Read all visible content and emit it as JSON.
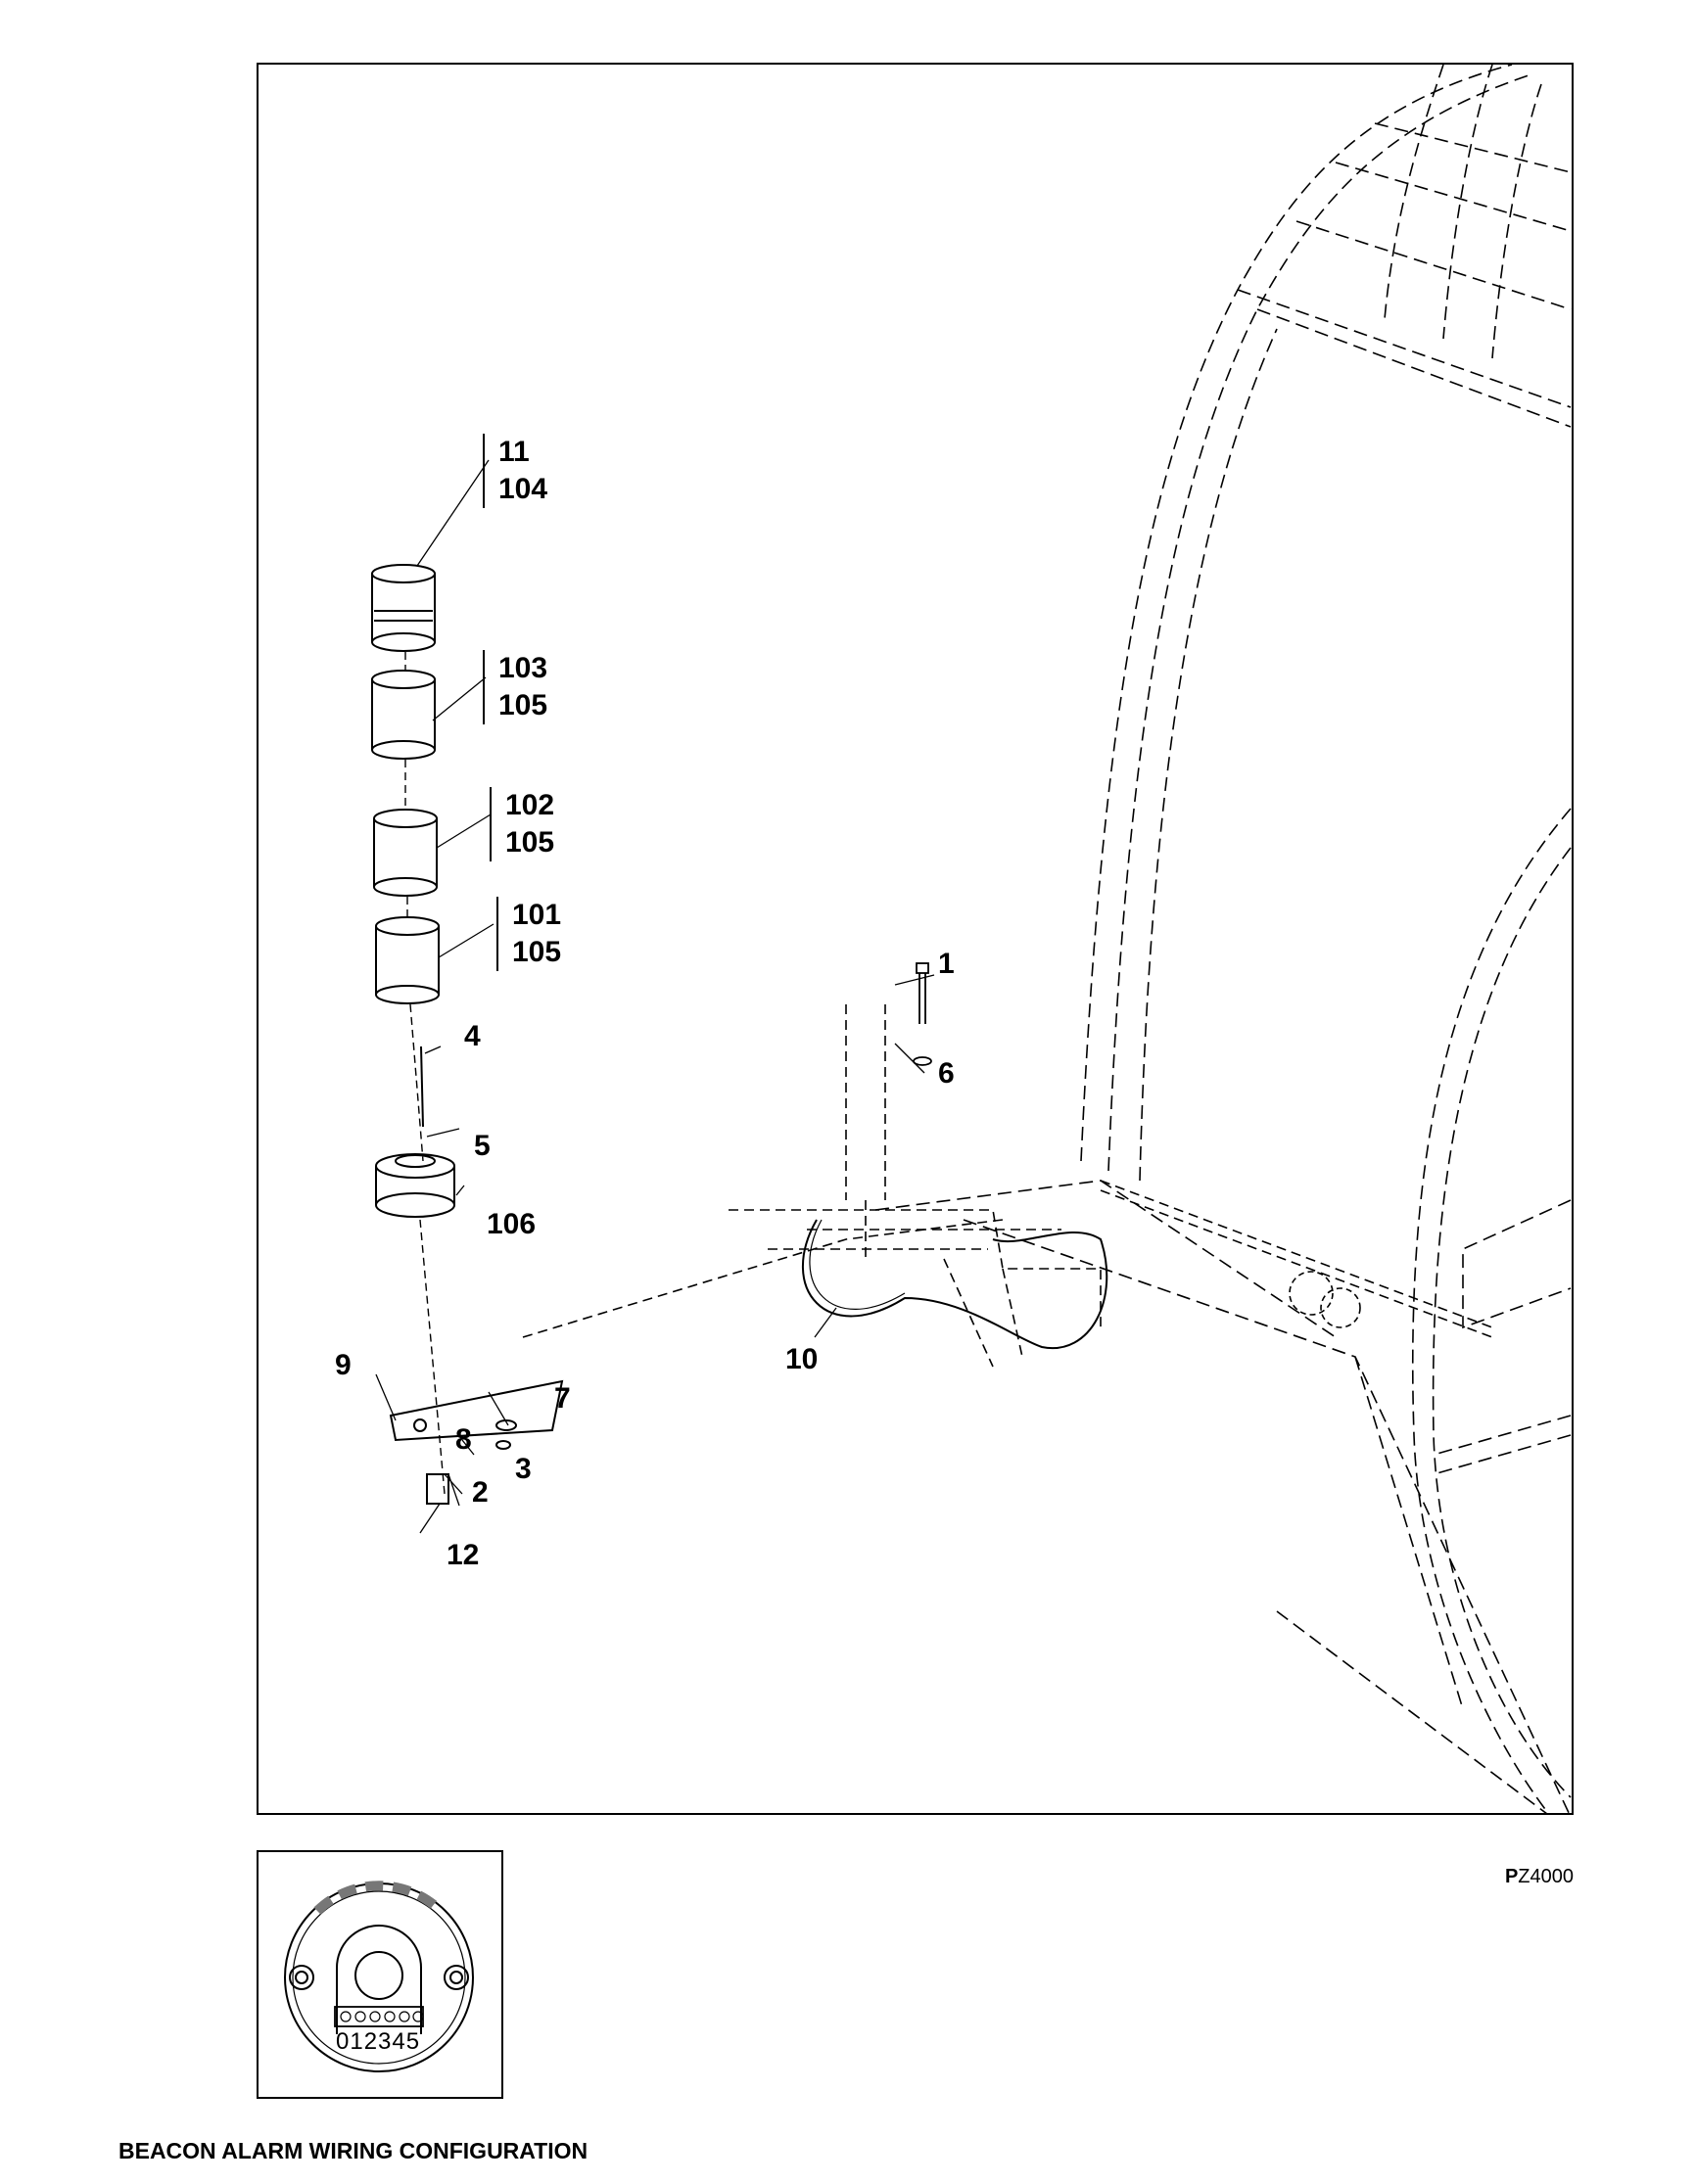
{
  "diagram": {
    "callouts": {
      "c1": "1",
      "c2": "2",
      "c3": "3",
      "c4": "4",
      "c5": "5",
      "c6": "6",
      "c7": "7",
      "c8": "8",
      "c9": "9",
      "c10": "10",
      "c12": "12",
      "c106": "106"
    },
    "callout_pairs": {
      "top": [
        "11",
        "104"
      ],
      "second": [
        "103",
        "105"
      ],
      "third": [
        "102",
        "105"
      ],
      "fourth": [
        "101",
        "105"
      ]
    },
    "drawing_code_prefix": "P",
    "drawing_code_rest": "Z4000"
  },
  "inset": {
    "terminal_numbers": "012345",
    "caption": "BEACON ALARM WIRING CONFIGURATION"
  }
}
